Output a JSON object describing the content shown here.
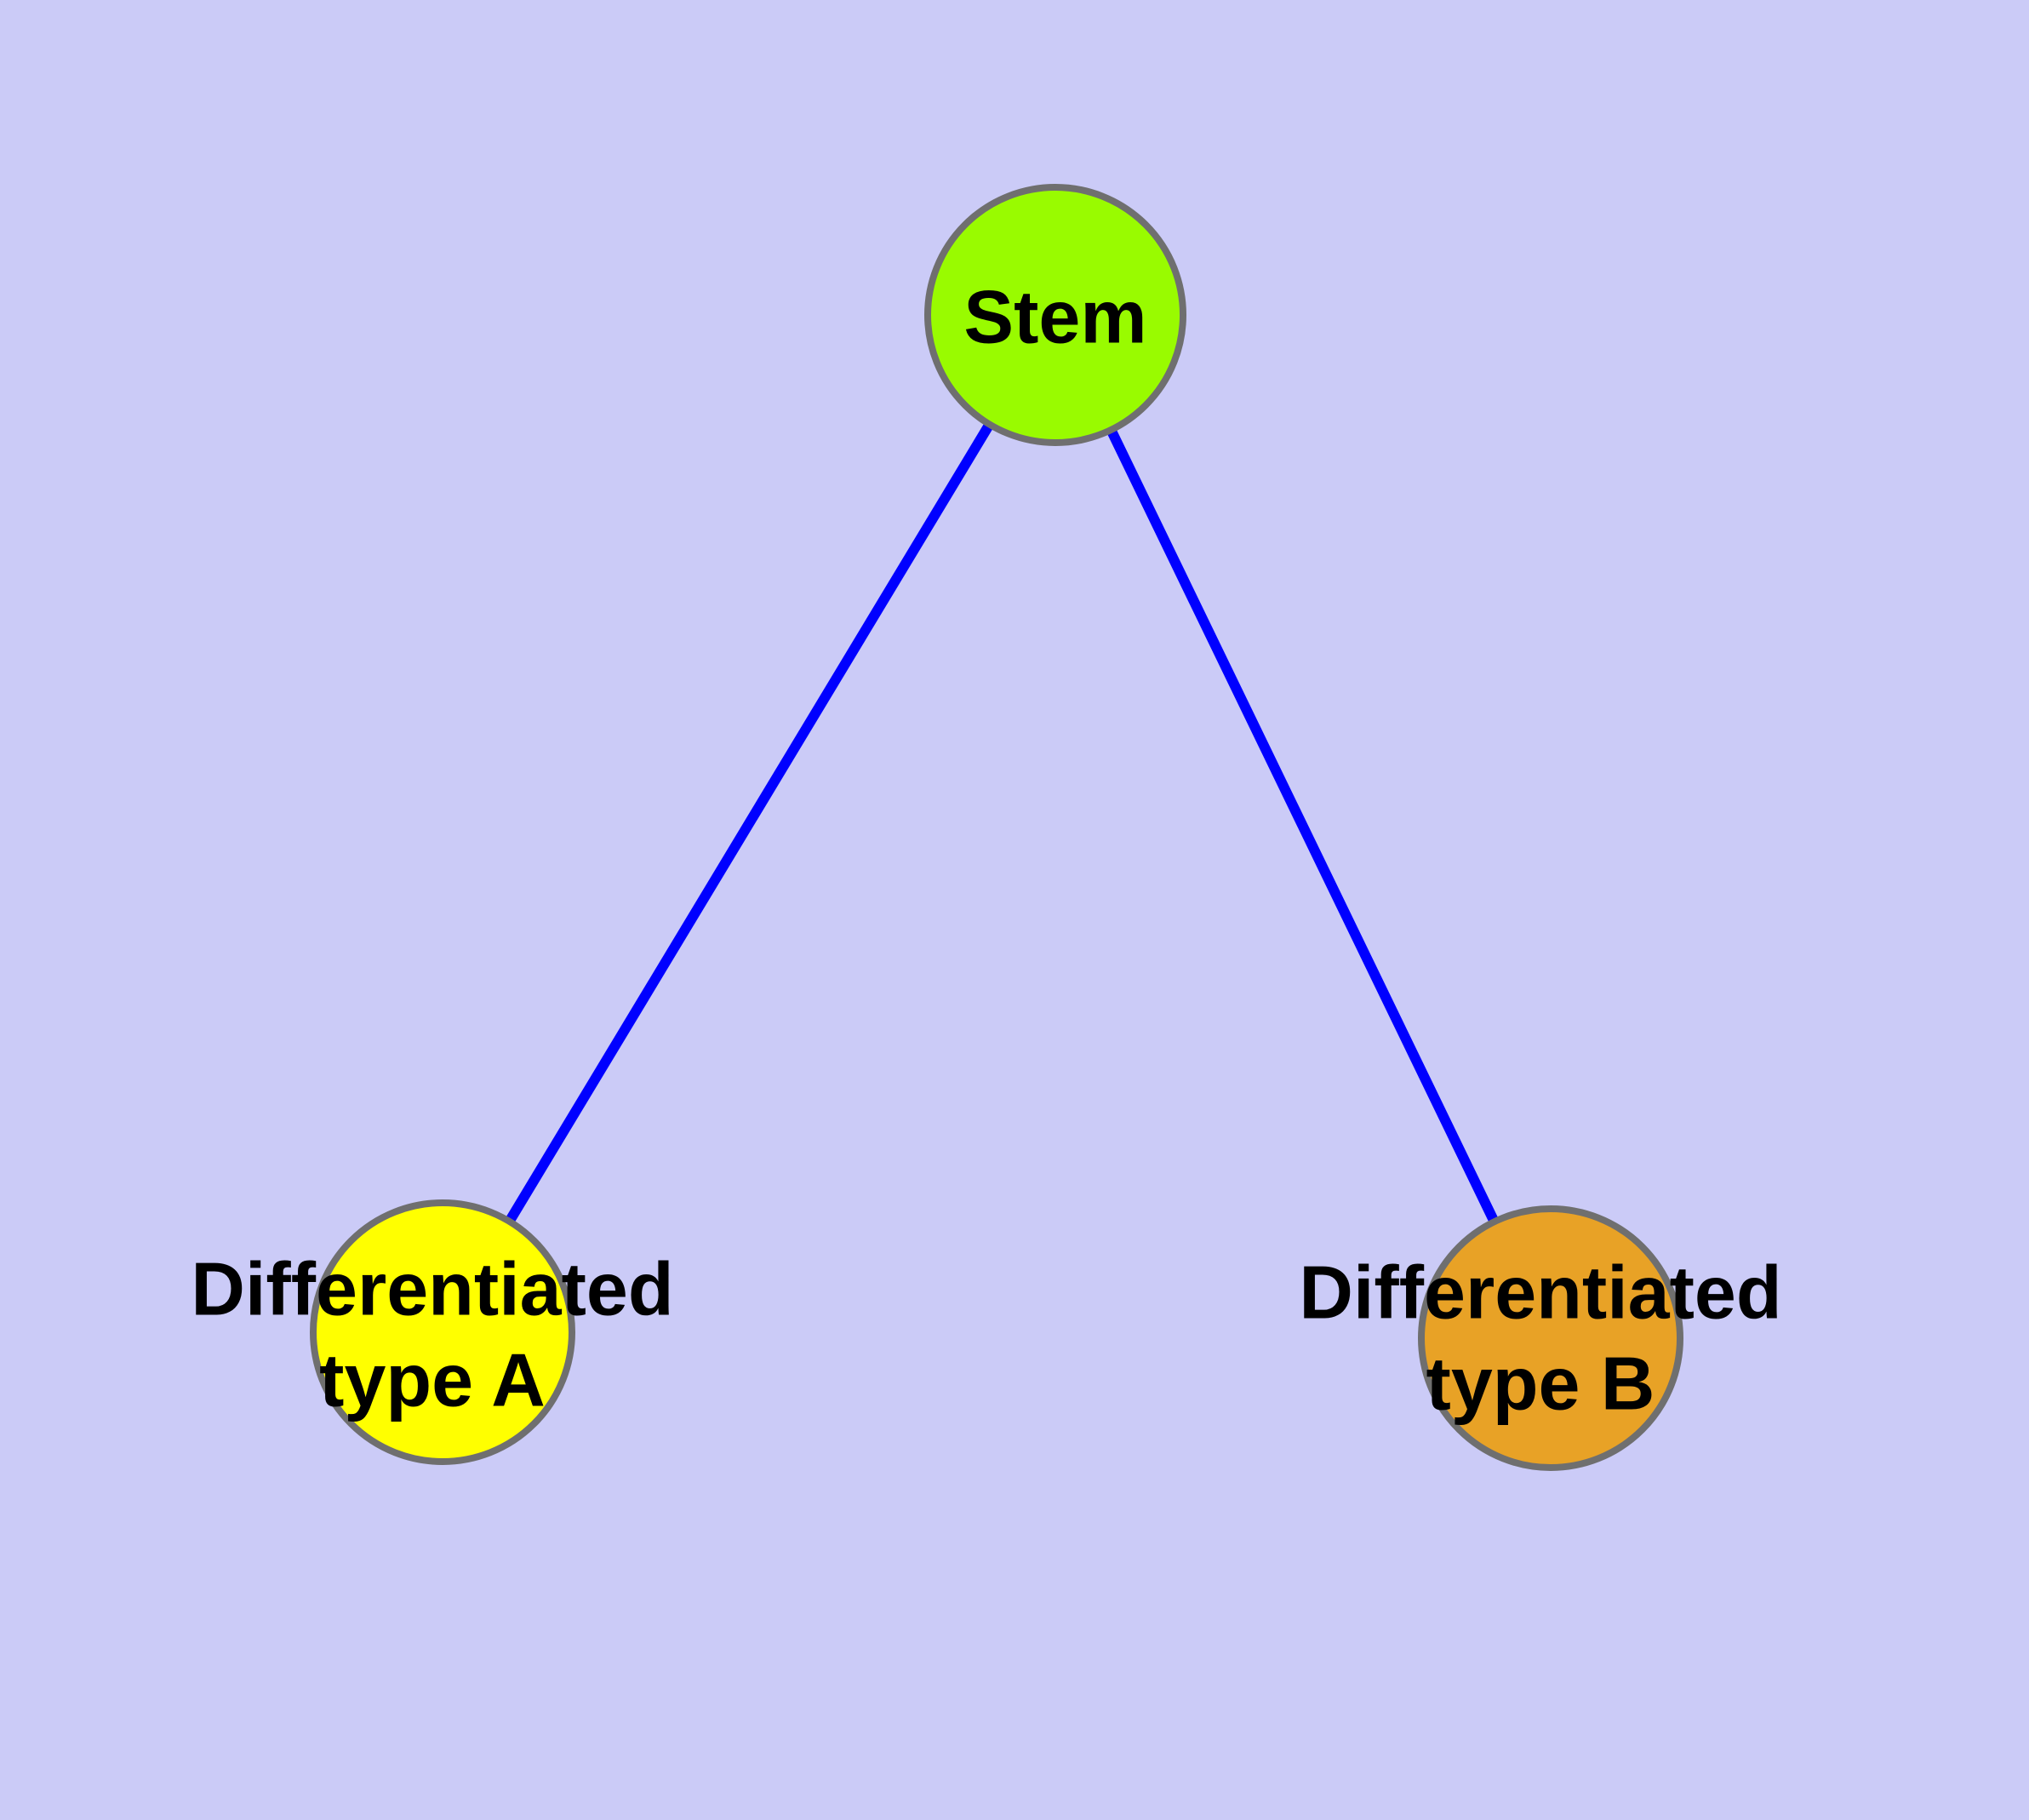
{
  "diagram": {
    "kind": "node-link-graph",
    "background_color": "#CBCBF7",
    "edge_color": "#0000FF",
    "node_border_color": "#6F6F6F",
    "label_color": "#000000",
    "nodes": [
      {
        "id": "stem",
        "label": "Stem",
        "fill": "#99FB00"
      },
      {
        "id": "differentiated-type-a",
        "label": "Differentiated\ntype A",
        "fill": "#FFFF00"
      },
      {
        "id": "differentiated-type-b",
        "label": "Differentiated\ntype B",
        "fill": "#E8A226"
      }
    ],
    "edges": [
      {
        "from": "Stem",
        "to": "Differentiated type A"
      },
      {
        "from": "Stem",
        "to": "Differentiated type B"
      }
    ]
  }
}
